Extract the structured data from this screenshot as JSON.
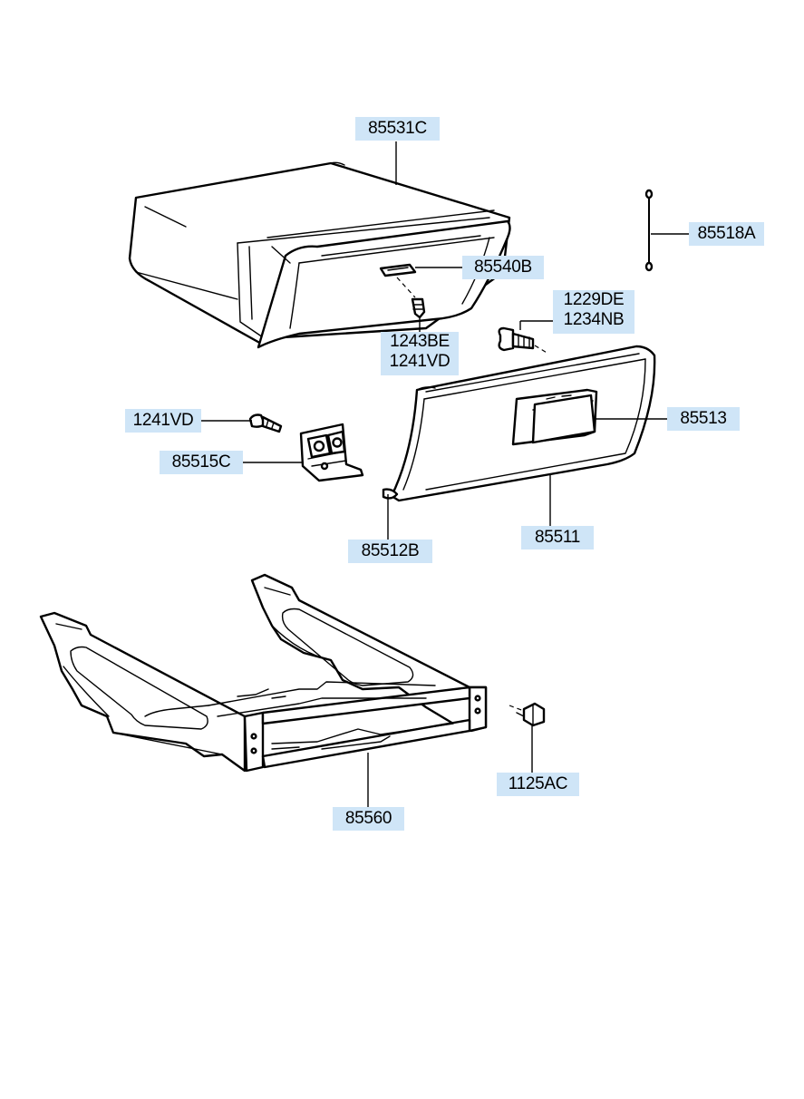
{
  "parts": {
    "glove_box_housing": "85531C",
    "damper_rod": "85518A",
    "lock_striker": "85540B",
    "housing_screw": [
      "1243BE",
      "1241VD"
    ],
    "stopper_bolt": [
      "1229DE",
      "1234NB"
    ],
    "hinge_screw": "1241VD",
    "hinge_bracket": "85515C",
    "lock_handle": "85513",
    "glove_box_lid": "85511",
    "lid_bumper": "85512B",
    "mounting_bracket": "85560",
    "bracket_bolt": "1125AC"
  },
  "colors": {
    "label_background": "#cfe5f7",
    "line_art": "#000000",
    "background": "#ffffff"
  }
}
